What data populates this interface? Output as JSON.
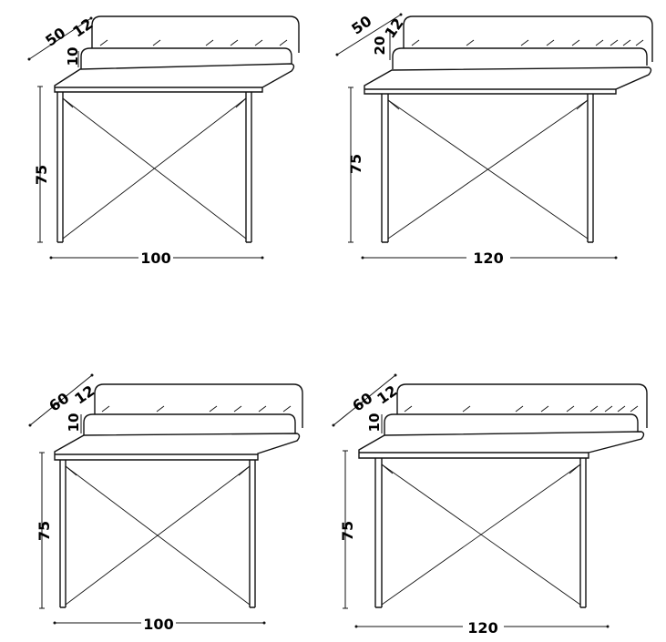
{
  "variants": [
    {
      "width": "100",
      "height": "75",
      "depth": "50",
      "shelf": "12",
      "rise": "10"
    },
    {
      "width": "120",
      "height": "75",
      "depth": "50",
      "shelf": "12",
      "rise": "20"
    },
    {
      "width": "100",
      "height": "75",
      "depth": "60",
      "shelf": "12",
      "rise": "10"
    },
    {
      "width": "120",
      "height": "75",
      "depth": "60",
      "shelf": "12",
      "rise": "10"
    }
  ]
}
